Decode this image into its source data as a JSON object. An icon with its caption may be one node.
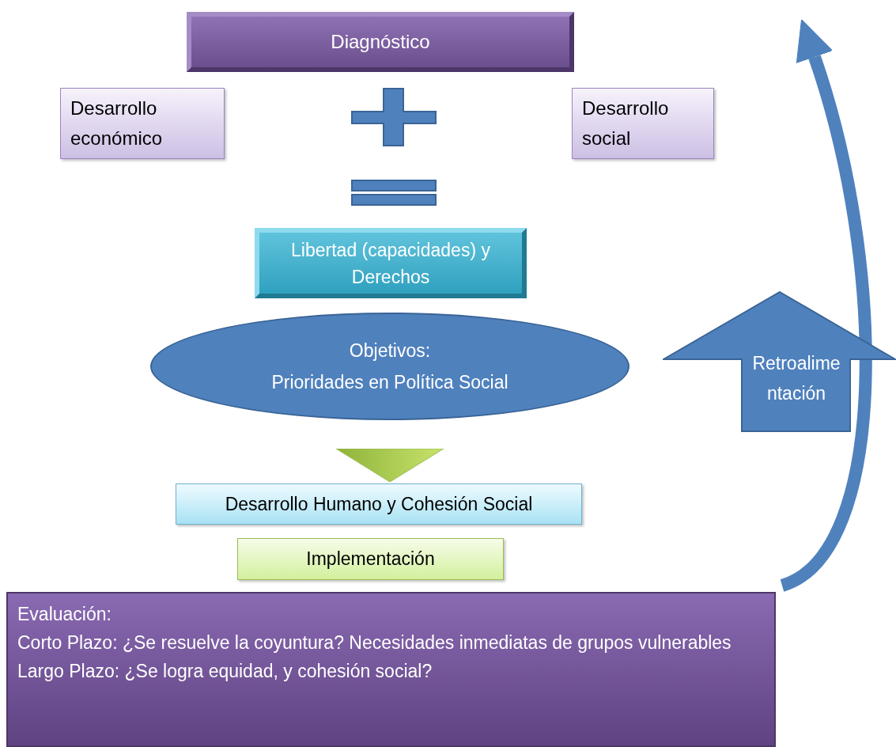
{
  "diagram": {
    "nodes": [
      {
        "text": [
          "Diagnóstico"
        ]
      },
      {
        "text": [
          "Desarrollo económico"
        ]
      },
      {
        "text": [
          "Desarrollo social"
        ]
      },
      {
        "text": [
          "Libertad (capacidades) y Derechos"
        ]
      },
      {
        "text": [
          "Objetivos:",
          "Prioridades en Política Social"
        ]
      },
      {
        "text": [
          "Retroalimentación"
        ]
      },
      {
        "text": [
          "Desarrollo Humano y Cohesión Social"
        ]
      },
      {
        "text": [
          "Implementación"
        ]
      },
      {
        "text": [
          "Evaluación:",
          "Corto Plazo: ¿Se resuelve la coyuntura? Necesidades inmediatas de grupos vulnerables",
          "Largo Plazo: ¿Se logra equidad, y cohesión social?"
        ]
      }
    ],
    "edges": [
      {
        "from": 4,
        "to": 6,
        "arrow": "to",
        "style": "thick",
        "color": "#9bbb59"
      },
      {
        "from": 8,
        "to": null,
        "arrow": "to",
        "color": "#4f81bd"
      }
    ]
  }
}
